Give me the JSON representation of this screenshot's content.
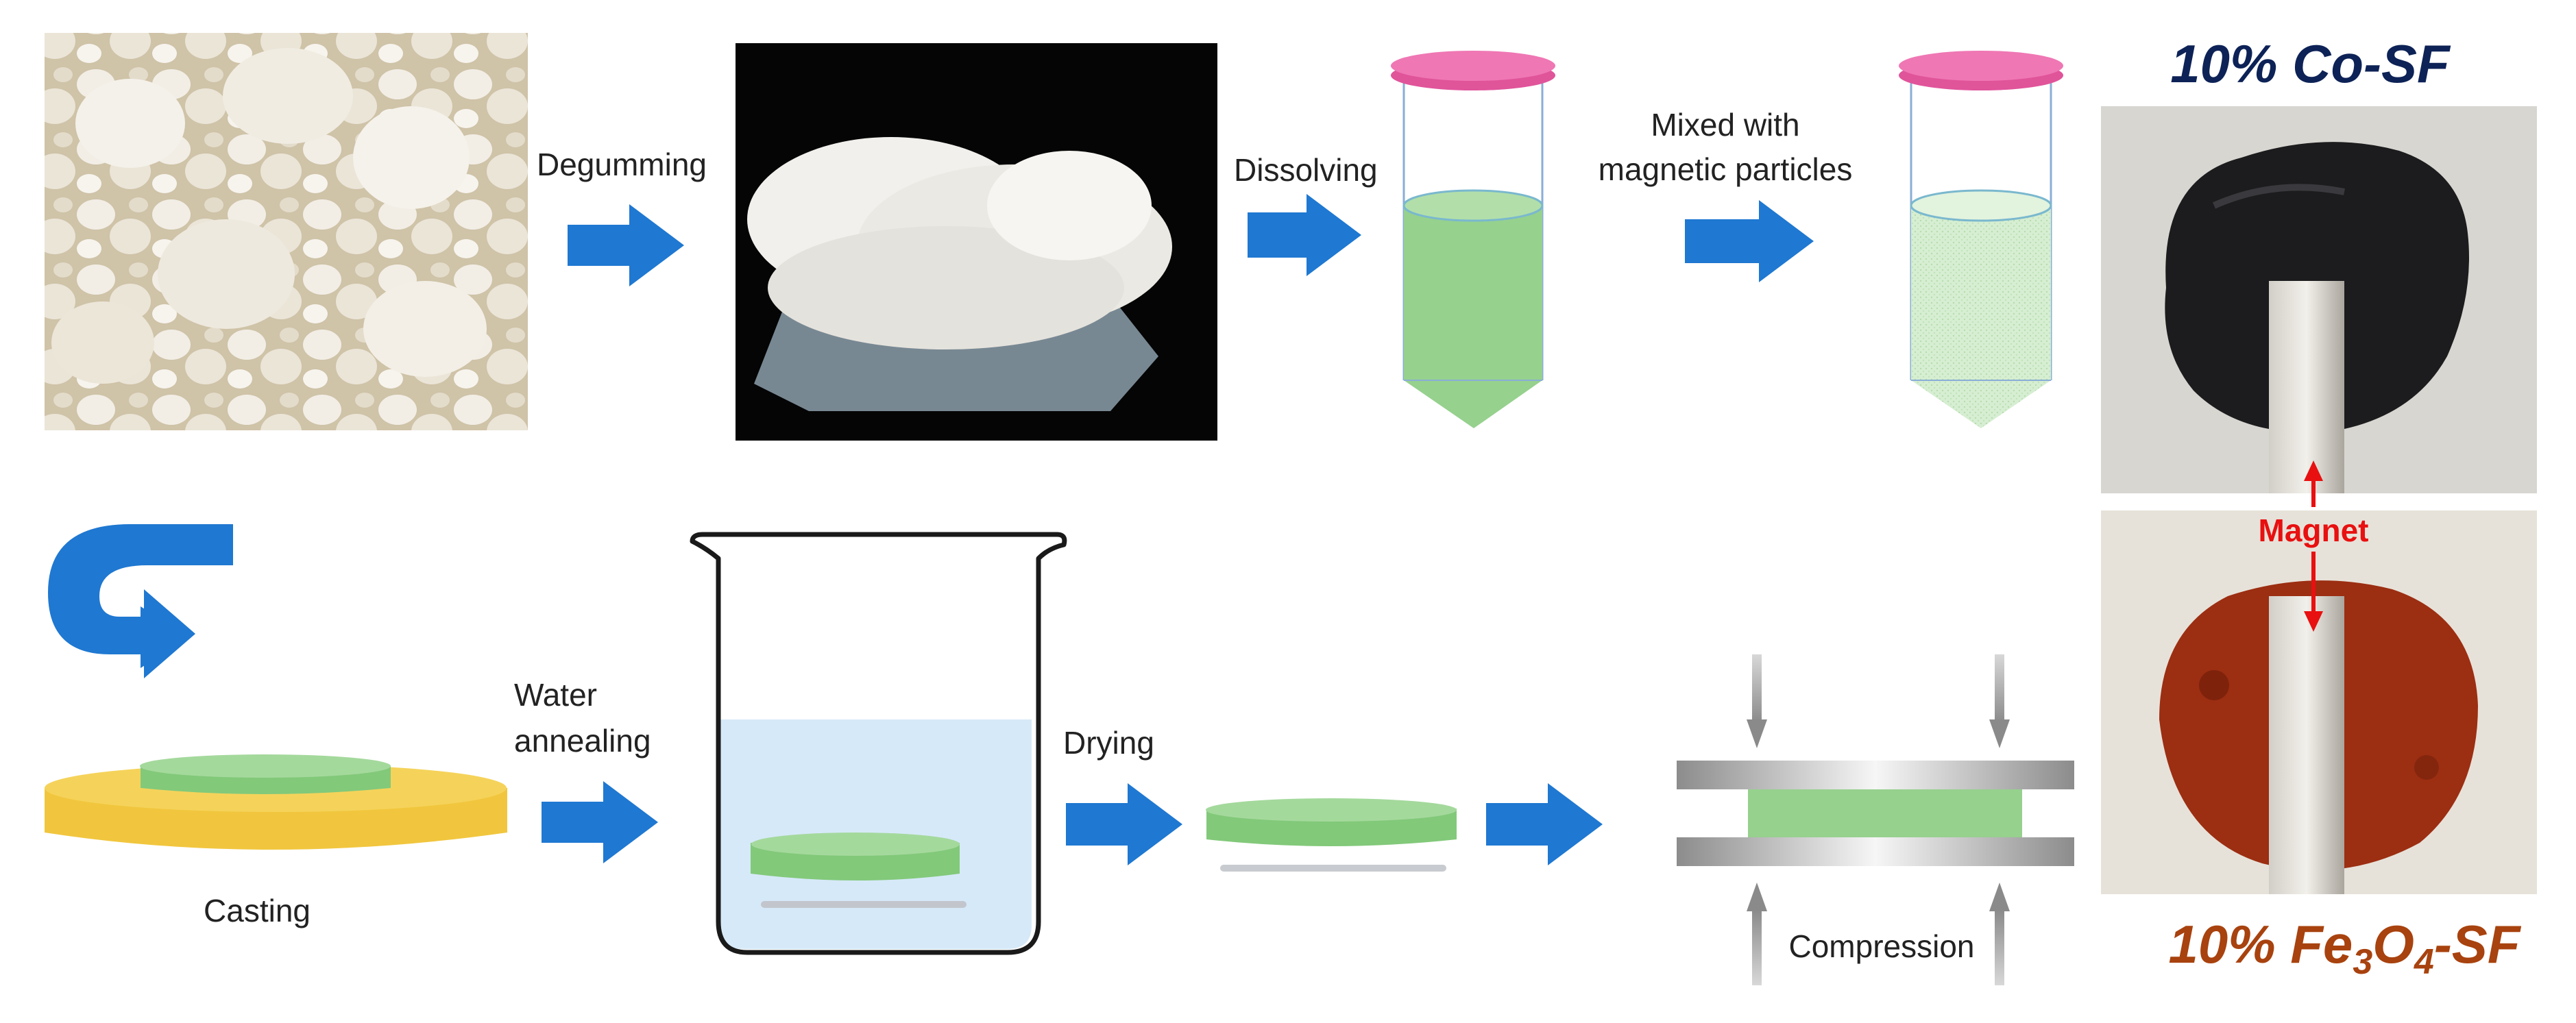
{
  "steps": {
    "degumming": "Degumming",
    "dissolving": "Dissolving",
    "mixed_line1": "Mixed with",
    "mixed_line2": "magnetic particles",
    "casting": "Casting",
    "water_line1": "Water",
    "water_line2": "annealing",
    "drying": "Drying",
    "compression": "Compression"
  },
  "samples": {
    "top_title": "10% Co-SF",
    "bottom_prefix": "10% Fe",
    "bottom_sub1": "3",
    "bottom_mid": "O",
    "bottom_sub2": "4",
    "bottom_suffix": "-SF",
    "magnet_label": "Magnet"
  },
  "colors": {
    "arrow": "#1f78d1",
    "solution": "#96d18e",
    "cap": "#e0549a",
    "tray": "#f5cf4a",
    "water": "#d6e9f8",
    "co_title": "#0d2256",
    "fe_title": "#a8420e",
    "magnet": "#e81010"
  }
}
